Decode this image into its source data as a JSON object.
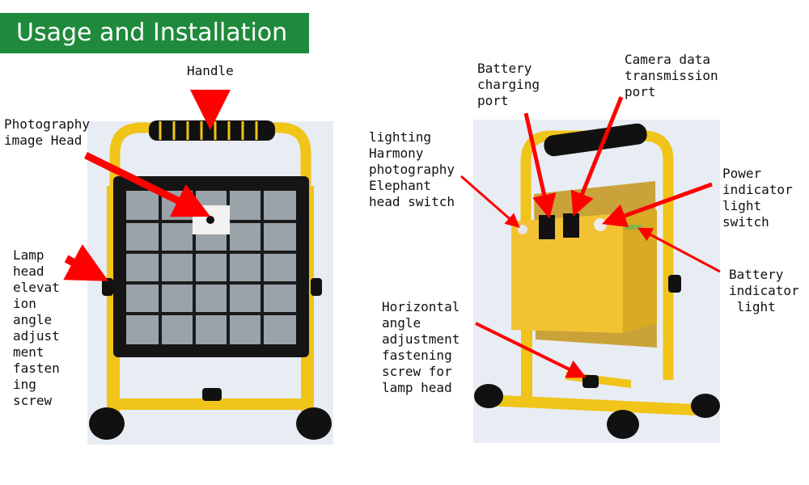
{
  "header": {
    "title": "Usage and Installation"
  },
  "colors": {
    "banner": "#1f8a3c",
    "arrow": "#ff0000",
    "frame": "#f0c419",
    "housing": "#f2c233",
    "background_panel": "#e8edf4"
  },
  "left_device": {
    "labels": {
      "handle": "Handle",
      "photography_head": "Photography\nimage Head",
      "elevation_screw": "Lamp\nhead\nelevat\nion\nangle\nadjust\nment\nfasten\ning\nscrew"
    }
  },
  "right_device": {
    "labels": {
      "charging_port": "Battery\ncharging\nport",
      "camera_port": "Camera data\ntransmission\nport",
      "head_switch": "lighting\nHarmony\nphotography\nElephant\nhead switch",
      "power_switch": "Power\nindicator\nlight\nswitch",
      "battery_indicator": "Battery\nindicator\n light",
      "horizontal_screw": "Horizontal\nangle\nadjustment\nfastening\nscrew for\nlamp head"
    }
  }
}
